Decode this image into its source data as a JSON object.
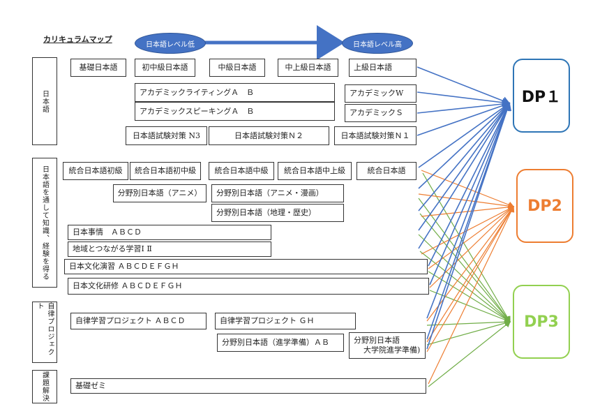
{
  "title": "カリキュラムマップ",
  "level_low": "日本語レベル低",
  "level_high": "日本語レベル高",
  "categories": {
    "japanese": "日本語",
    "knowledge": "日本語を通して知識、経験を得る",
    "autonomy": "自律プロジェクト",
    "problem": "課題解決"
  },
  "courses": {
    "kiso": "基礎日本語",
    "shochukyu": "初中級日本語",
    "chukyu": "中級日本語",
    "chujokyu": "中上級日本語",
    "jokyu": "上級日本語",
    "ac_writing": "アカデミックライティングＡ　Ｂ",
    "ac_speaking": "アカデミックスピーキングＡ　Ｂ",
    "ac_w": "アカデミックW",
    "ac_s": "アカデミックＳ",
    "jlpt_n3": "日本語試験対策 N3",
    "jlpt_n2": "日本語試験対策Ｎ２",
    "jlpt_n1": "日本語試験対策Ｎ１",
    "togo_shokyu": "統合日本語初級",
    "togo_shochukyu": "統合日本語初中級",
    "togo_chukyu": "統合日本語中級",
    "togo_chujokyu": "統合日本語中上級",
    "togo": "統合日本語",
    "bunya_anime": "分野別日本語（アニメ）",
    "bunya_anime_manga": "分野別日本語（アニメ・漫画）",
    "bunya_chiri": "分野別日本語（地理・歴史）",
    "nihon_jijo": "日本事情　ＡＢＣＤ",
    "chiiki": "地域とつながる学習Ⅰ  Ⅱ",
    "bunka_enshu": "日本文化演習 ＡＢＣＤＥＦＧＨ",
    "bunka_kenshu": "日本文化研修 ＡＢＣＤＥＦＧＨ",
    "jiritsu_abcd": "自律学習プロジェクト ＡＢＣＤ",
    "jiritsu_gh": "自律学習プロジェクト ＧＨ",
    "bunya_shingaku": "分野別日本語（進学準備）ＡＢ",
    "bunya_daigakuin_1": "分野別日本語",
    "bunya_daigakuin_2": "大学院進学準備)",
    "kiso_semi": "基礎ゼミ"
  },
  "outcomes": {
    "dp1": "DP１",
    "dp2": "DP2",
    "dp3": "DP3"
  },
  "colors": {
    "dp1": "#2e75b6",
    "dp2": "#ed7d31",
    "dp3": "#92d050",
    "arrow": "#4472c4"
  }
}
